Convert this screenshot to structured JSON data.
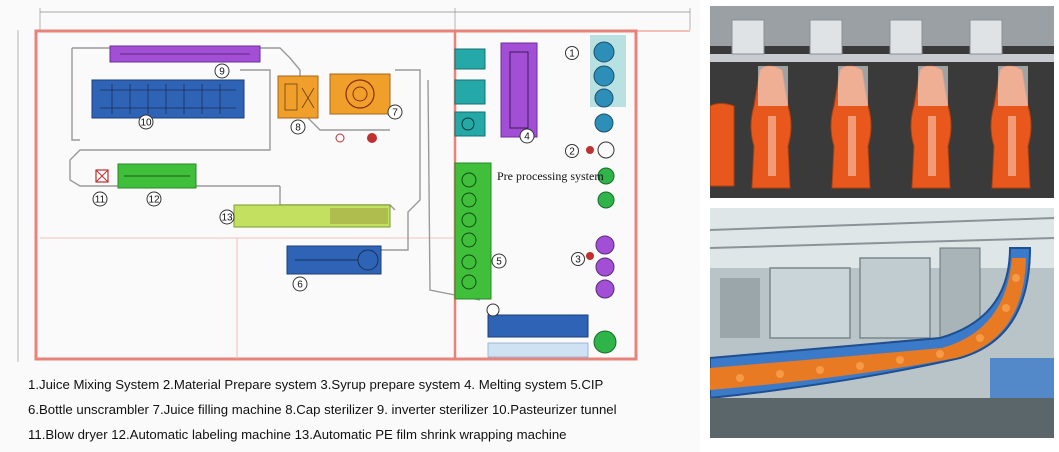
{
  "diagram": {
    "section_label": "Pre processing system",
    "machine_numbers": [
      "1",
      "2",
      "3",
      "4",
      "5",
      "6",
      "7",
      "8",
      "9",
      "10",
      "11",
      "12",
      "13"
    ],
    "legend_lines": [
      "1.Juice Mixing System  2.Material Prepare system  3.Syrup prepare system  4. Melting system 5.CIP",
      "6.Bottle unscrambler 7.Juice filling machine 8.Cap sterilizer  9. inverter sterilizer 10.Pasteurizer tunnel",
      "11.Blow dryer  12.Automatic labeling machine 13.Automatic PE film shrink wrapping machine"
    ],
    "colors": {
      "wall": "#e8837b",
      "conveyor": "#9a9a9a",
      "purple": "#a24fd6",
      "blue": "#2f63b5",
      "orange": "#f0a02a",
      "green": "#3fbf3a",
      "teal": "#25a9a8",
      "yellow_green": "#c4e060",
      "bright_green": "#2fb44a"
    }
  },
  "photos": {
    "top_icon": "juice-bottle-filling-photo",
    "bottom_icon": "orange-bottle-conveyor-photo"
  }
}
